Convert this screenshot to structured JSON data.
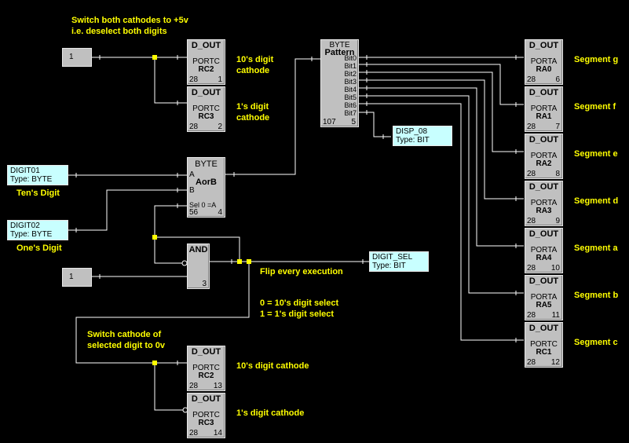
{
  "notes": {
    "switch_both": "Switch both cathodes to +5v",
    "deselect": "i.e. deselect both digits",
    "tens_cathode_top": "10's digit",
    "tens_cathode_top2": "cathode",
    "ones_cathode_top": "1's digit",
    "ones_cathode_top2": "cathode",
    "tens_digit": "Ten's Digit",
    "ones_digit": "One's Digit",
    "flip": "Flip every execution",
    "sel0": "0 = 10's digit select",
    "sel1": "1 = 1's digit select",
    "switch_sel": "Switch cathode of",
    "switch_sel2": "selected digit to 0v",
    "tens_cathode_bot": "10's digit cathode",
    "ones_cathode_bot": "1's digit cathode",
    "seg_g": "Segment g",
    "seg_f": "Segment f",
    "seg_e": "Segment e",
    "seg_d": "Segment d",
    "seg_a": "Segment a",
    "seg_b": "Segment b",
    "seg_c": "Segment c"
  },
  "constants": {
    "c1": "1",
    "c2": "1"
  },
  "variables": {
    "digit01_name": "DIGIT01",
    "digit01_type": "Type: BYTE",
    "digit02_name": "DIGIT02",
    "digit02_type": "Type: BYTE",
    "digitsel_name": "DIGIT_SEL",
    "digitsel_type": "Type: BIT",
    "disp08_name": "DISP_08",
    "disp08_type": "Type: BIT"
  },
  "blocks": {
    "dout_rc2_top": {
      "title": "D_OUT",
      "l1": "PORTC",
      "l2": "RC2",
      "a": "28",
      "b": "1"
    },
    "dout_rc3_top": {
      "title": "D_OUT",
      "l1": "PORTC",
      "l2": "RC3",
      "a": "28",
      "b": "2"
    },
    "aorb": {
      "title": "BYTE",
      "name": "AorB",
      "in_a": "A",
      "in_b": "B",
      "sel": "Sel 0 =A",
      "a": "56",
      "b": "4"
    },
    "and": {
      "title": "AND",
      "b": "3"
    },
    "pattern": {
      "title": "BYTE",
      "name": "Pattern",
      "bits": [
        "Bit0",
        "Bit1",
        "Bit2",
        "Bit3",
        "Bit4",
        "Bit5",
        "Bit6",
        "Bit7"
      ],
      "a": "107",
      "b": "5"
    },
    "dout_rc2_bot": {
      "title": "D_OUT",
      "l1": "PORTC",
      "l2": "RC2",
      "a": "28",
      "b": "13"
    },
    "dout_rc3_bot": {
      "title": "D_OUT",
      "l1": "PORTC",
      "l2": "RC3",
      "a": "28",
      "b": "14"
    },
    "dout_ra0": {
      "title": "D_OUT",
      "l1": "PORTA",
      "l2": "RA0",
      "a": "28",
      "b": "6"
    },
    "dout_ra1": {
      "title": "D_OUT",
      "l1": "PORTA",
      "l2": "RA1",
      "a": "28",
      "b": "7"
    },
    "dout_ra2": {
      "title": "D_OUT",
      "l1": "PORTA",
      "l2": "RA2",
      "a": "28",
      "b": "8"
    },
    "dout_ra3": {
      "title": "D_OUT",
      "l1": "PORTA",
      "l2": "RA3",
      "a": "28",
      "b": "9"
    },
    "dout_ra4": {
      "title": "D_OUT",
      "l1": "PORTA",
      "l2": "RA4",
      "a": "28",
      "b": "10"
    },
    "dout_ra5": {
      "title": "D_OUT",
      "l1": "PORTA",
      "l2": "RA5",
      "a": "28",
      "b": "11"
    },
    "dout_rc1": {
      "title": "D_OUT",
      "l1": "PORTC",
      "l2": "RC1",
      "a": "28",
      "b": "12"
    }
  },
  "colors": {
    "background": "#000000",
    "wire": "#ffffff",
    "note": "#ffff00",
    "block": "#c0c0c0",
    "variable": "#c8ffff",
    "junction": "#ffff00"
  }
}
